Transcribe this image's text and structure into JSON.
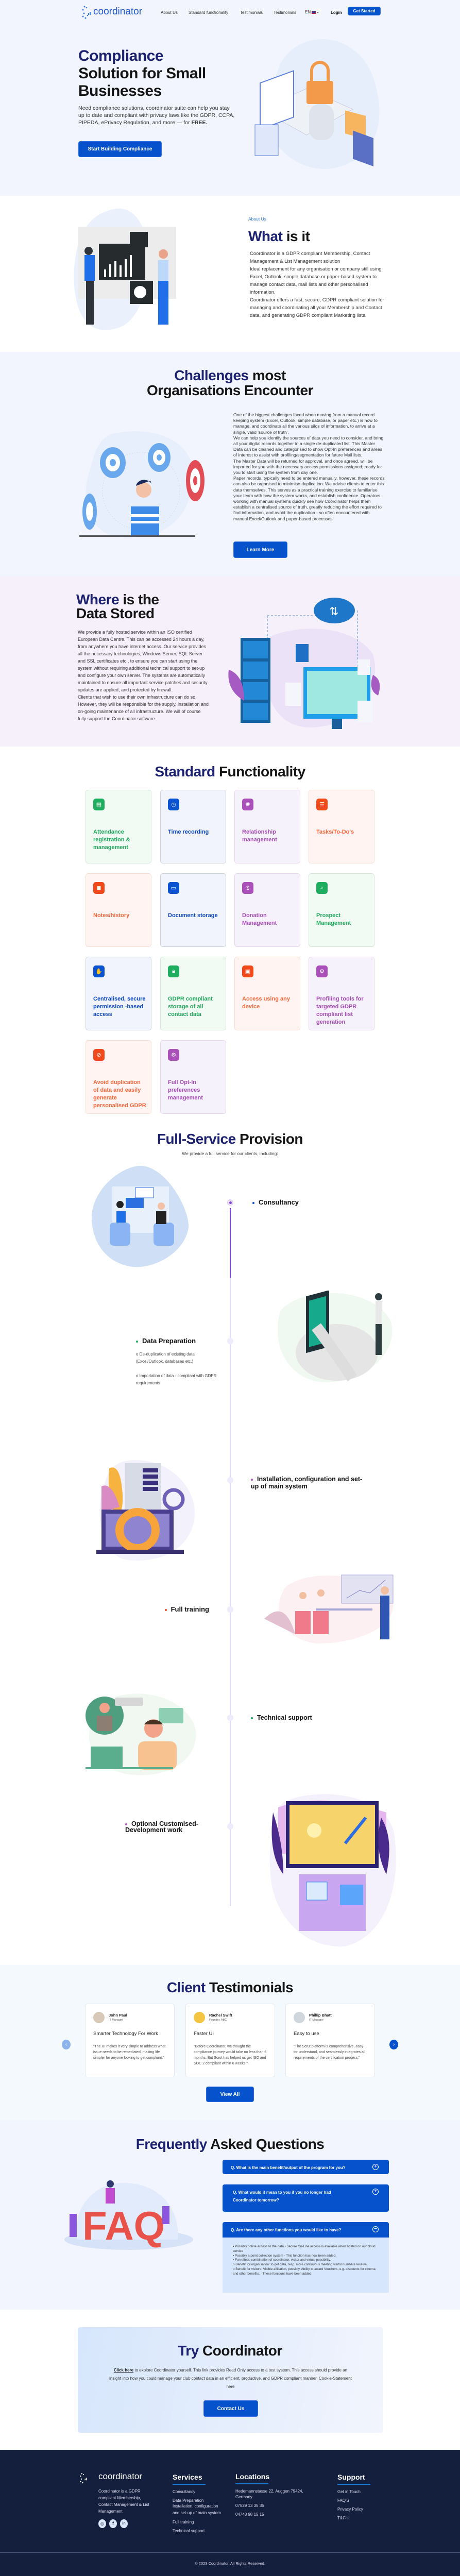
{
  "nav": {
    "brand": "coordinator",
    "links": [
      "About Us",
      "Standard functionality",
      "Testimonials",
      "Testimonials"
    ],
    "language": "EN",
    "login": "Login",
    "cta": "Get Started"
  },
  "hero": {
    "title_accent": "Compliance",
    "title_rest_1": "Solution for Small",
    "title_rest_2": "Businesses",
    "text": "Need compliance solutions, coordinator suite can help you stay up to date and compliant with privacy laws like the GDPR, CCPA, PIPEDA, ePrivacy Regulation, and more — for ",
    "text_bold": "FREE.",
    "button": "Start Building Compliance"
  },
  "about": {
    "eyebrow": "About Us",
    "title_accent": "What",
    "title_rest": " is it",
    "paragraphs": [
      "Coordinator is a GDPR compliant Membership, Contact Management & List Management solution",
      "Ideal replacement for any organisation or company still using Excel, Outlook, simple database or paper-based system to manage contact data, mail lists and other personalised information.",
      "Coordinator offers a fast, secure, GDPR compliant solution for managing and coordinating all your Membership and Contact data, and generating GDPR compliant Marketing lists."
    ]
  },
  "challenges": {
    "title_accent": "Challenges",
    "title_rest_1": " most",
    "title_rest_2": "Organisations Encounter",
    "paragraphs": [
      "One of the biggest challenges faced when moving from a manual record keeping system (Excel, Outlook, simple database, or paper etc.) is how to manage, and coordinate all the various silos of information, to arrive at a single, valid 'source of truth'.",
      "We can help you identify the sources of data you need to consider, and bring all your digital records together in a single de-duplicated list. This Master Data can be cleaned and categorised to show Opt-In preferences and areas of interest to assist with profiling/segmentation for future Mail lists.",
      "The Master Data will be returned for approval, and once agreed, will be imported for you with the necessary access permissions assigned; ready for you to start using the system from day one.",
      "Paper records, typically need to be entered manually, however, these records can also be organised to minimise duplication. We advise clients to enter this data themselves. This serves as a practical training exercise to familiarise your team with how the system works, and establish confidence. Operators working with manual systems quickly see how Coordinator helps them establish a centralised source of truth, greatly reducing the effort required to find information, and avoid the duplication - so often encountered with manual Excel/Outlook and paper-based processes."
    ],
    "button": "Learn More"
  },
  "storage": {
    "title_accent": "Where",
    "title_rest_1": " is the",
    "title_rest_2": "Data Stored",
    "paragraphs": [
      "We provide a fully hosted service within an ISO certified European Data Centre. This can be accessed 24 hours a day, from anywhere you have internet access. Our service provides all the necessary technologies, Windows Server, SQL Server and SSL certificates etc., to ensure you can start using the system without requiring additional technical support to set-up and configure your own server. The systems are automatically maintained to ensure all important service patches and security updates are applied, and protected by firewall.",
      "Clients that wish to use their own infrastructure can do so. However, they will be responsible for the supply, installation and on-going maintenance of all infrastructure. We will of course fully support the Coordinator software."
    ]
  },
  "functionality": {
    "title_accent": "Standard",
    "title_rest": " Functionality",
    "cards": [
      {
        "label": "Attendance registration & management",
        "theme": "green",
        "icon": "attendance-icon"
      },
      {
        "label": "Time recording",
        "theme": "blue",
        "icon": "stopwatch-icon"
      },
      {
        "label": "Relationship management",
        "theme": "purple",
        "icon": "handshake-icon"
      },
      {
        "label": "Tasks/To-Do's",
        "theme": "orange",
        "icon": "checklist-icon"
      },
      {
        "label": "Notes/history",
        "theme": "orange",
        "icon": "notepad-icon"
      },
      {
        "label": "Document storage",
        "theme": "blue",
        "icon": "folder-icon"
      },
      {
        "label": "Donation Management",
        "theme": "purple",
        "icon": "donation-icon"
      },
      {
        "label": "Prospect Management",
        "theme": "green",
        "icon": "search-person-icon"
      },
      {
        "label": "Centralised, secure permission -based access",
        "theme": "blue",
        "icon": "secure-access-icon"
      },
      {
        "label": "GDPR compliant storage of all contact data",
        "theme": "green",
        "icon": "lock-shield-icon"
      },
      {
        "label": "Access using any device",
        "theme": "orange",
        "icon": "device-icon"
      },
      {
        "label": "Profiling tools for targeted GDPR compliant list generation",
        "theme": "purple",
        "icon": "profiling-gear-icon"
      },
      {
        "label": "Avoid duplication of data and easily generate personalised GDPR",
        "theme": "orange",
        "icon": "no-duplicate-icon"
      },
      {
        "label": "Full Opt-In preferences management",
        "theme": "purple",
        "icon": "preferences-gear-icon"
      }
    ]
  },
  "services": {
    "title_accent": "Full-Service",
    "title_rest": " Provision",
    "subtitle": "We provide a full service for our clients, including:",
    "items": [
      {
        "title": "Consultancy",
        "bullet_color": "#0b52d0"
      },
      {
        "title": "Data Preparation",
        "bullet_color": "#1fae5f",
        "subitems": [
          "o    De-duplication of existing data (Excel/Outlook, databases etc.)",
          "o    Importation of data - compliant with GDPR requirements"
        ]
      },
      {
        "title": "Installation, configuration and set-up of main system",
        "bullet_color": "#a950b9"
      },
      {
        "title": "Full training",
        "bullet_color": "#f04a1c"
      },
      {
        "title": "Technical support",
        "bullet_color": "#1fae5f"
      },
      {
        "title": "Optional Customised-Development work",
        "bullet_color": "#a950b9"
      }
    ]
  },
  "testimonials": {
    "title_accent": "Client",
    "title_rest": " Testimonials",
    "cards": [
      {
        "name": "John Paul",
        "role": "IT Manager",
        "heading": "Smarter Technology For Work",
        "quote": "\"The UI makes it very simple to address what issue needs to be remediated, making life simpler for anyone looking to get compliant.\""
      },
      {
        "name": "Rachel Swift",
        "role": "Founder, ABC",
        "heading": "Faster UI",
        "quote": "\"Before Coordinator, we thought the compliance journey would take no less than 6 months. But Scrut has helped us get ISO and SOC 2 compliant within 6 weeks.\""
      },
      {
        "name": "Phillip Bhatt",
        "role": "IT Manager",
        "heading": "Easy to use",
        "quote": "\"The Scrut platform is comprehensive, easy-to- understand, and seamlessly integrates all requirements of the certification process.\""
      }
    ],
    "button": "View All"
  },
  "faq": {
    "title_accent": "Frequently",
    "title_rest": " Asked Questions",
    "illustration_text": "FAQ",
    "questions": [
      {
        "q": "Q. What is the main benefit/output of the program for you?",
        "expanded": false
      },
      {
        "q": "Q. What would it mean to you if you no longer had Coordinator tomorrow?",
        "expanded": false
      },
      {
        "q": "Q. Are there any other functions you would like to have?",
        "expanded": true
      }
    ],
    "answer_lines": [
      "▪      Possibly online access to the data - Secure On-Line access is available when hosted on our cloud service",
      "▪      Possibly a point collection system - This function has now been added.",
      "▪      Fun effect: combination of coordinator, visitor and virtual possibility.",
      "o      Benefit for organisation: to get data, resp. more continuous meeting visitor numbers receive.",
      "o      Benefit for visitors: Visible affiliation, possibly. Ability to award Vouchers, e.g. discounts for cinema and other benefits. - These functions have been added"
    ]
  },
  "try": {
    "title_accent": "Try",
    "title_rest": " Coordinator",
    "link": "Click here",
    "text": " to explore Coordinator yourself. This link provides Read Only access to a test system. This access should provide an insight into how you could manage your club contact data in an efficient, productive, and GDPR compliant manner. Cookie-Statement here",
    "button": "Contact Us"
  },
  "footer": {
    "brand": "coordinator",
    "description": "Coordinator is a GDPR compliant Membership, Contact Management & List Management",
    "services_title": "Services",
    "services": [
      "Consultancy",
      "Data Preparation",
      "Installation, configuration and set-up of main system",
      "Full training",
      "Technical support"
    ],
    "locations_title": "Locations",
    "address": "Hedemannstasse 22, Auggen 79424, Germany",
    "phones": [
      "07529 13 35 35",
      "04748 98 15 15"
    ],
    "support_title": "Support",
    "support": [
      "Get in Touch",
      "FAQ'S",
      "Privacy Policy",
      "T&C's"
    ],
    "copyright": "© 2023 Coordinator. All Rights Reserved."
  },
  "colors": {
    "primary": "#0652cc",
    "heading_accent": "#1c2270",
    "footer_bg": "#141f3d",
    "hero_bg": "#f2f5fd"
  }
}
